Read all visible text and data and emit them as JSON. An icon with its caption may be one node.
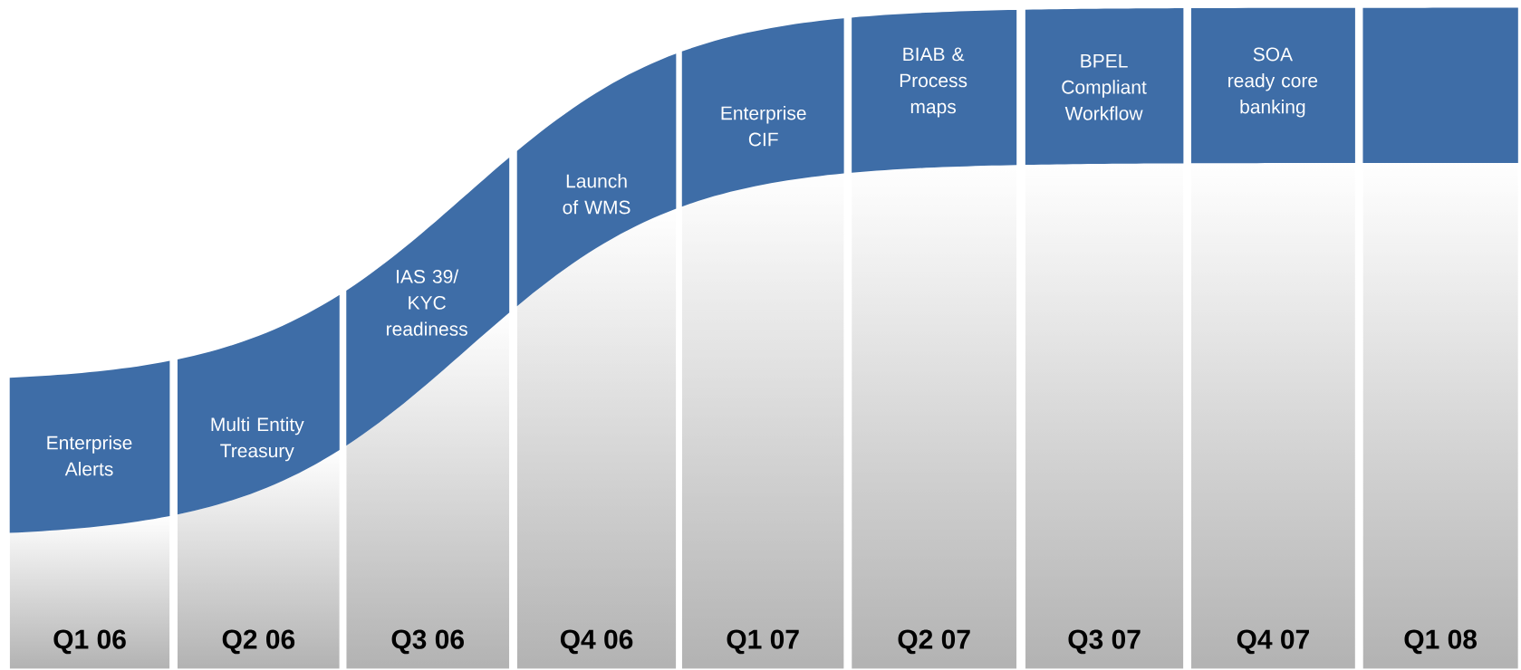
{
  "diagram": {
    "nodes": [
      {
        "text": [
          "Enterprise Alerts"
        ]
      },
      {
        "text": [
          "Multi Entity Treasury"
        ]
      },
      {
        "text": [
          "IAS 39/ KYC readiness"
        ]
      },
      {
        "text": [
          "Launch of WMS"
        ]
      },
      {
        "text": [
          "Enterprise CIF"
        ]
      },
      {
        "text": [
          "BIAB & Process maps"
        ]
      },
      {
        "text": [
          "BPEL Compliant Workflow"
        ]
      },
      {
        "text": [
          "SOA ready core banking"
        ]
      },
      {
        "text": [],
        "shape": "box"
      }
    ],
    "labels": [
      "Q1 06",
      "Q2 06",
      "Q3 06",
      "Q4 06",
      "Q1 07",
      "Q2 07",
      "Q3 07",
      "Q4 07",
      "Q1 08"
    ]
  }
}
